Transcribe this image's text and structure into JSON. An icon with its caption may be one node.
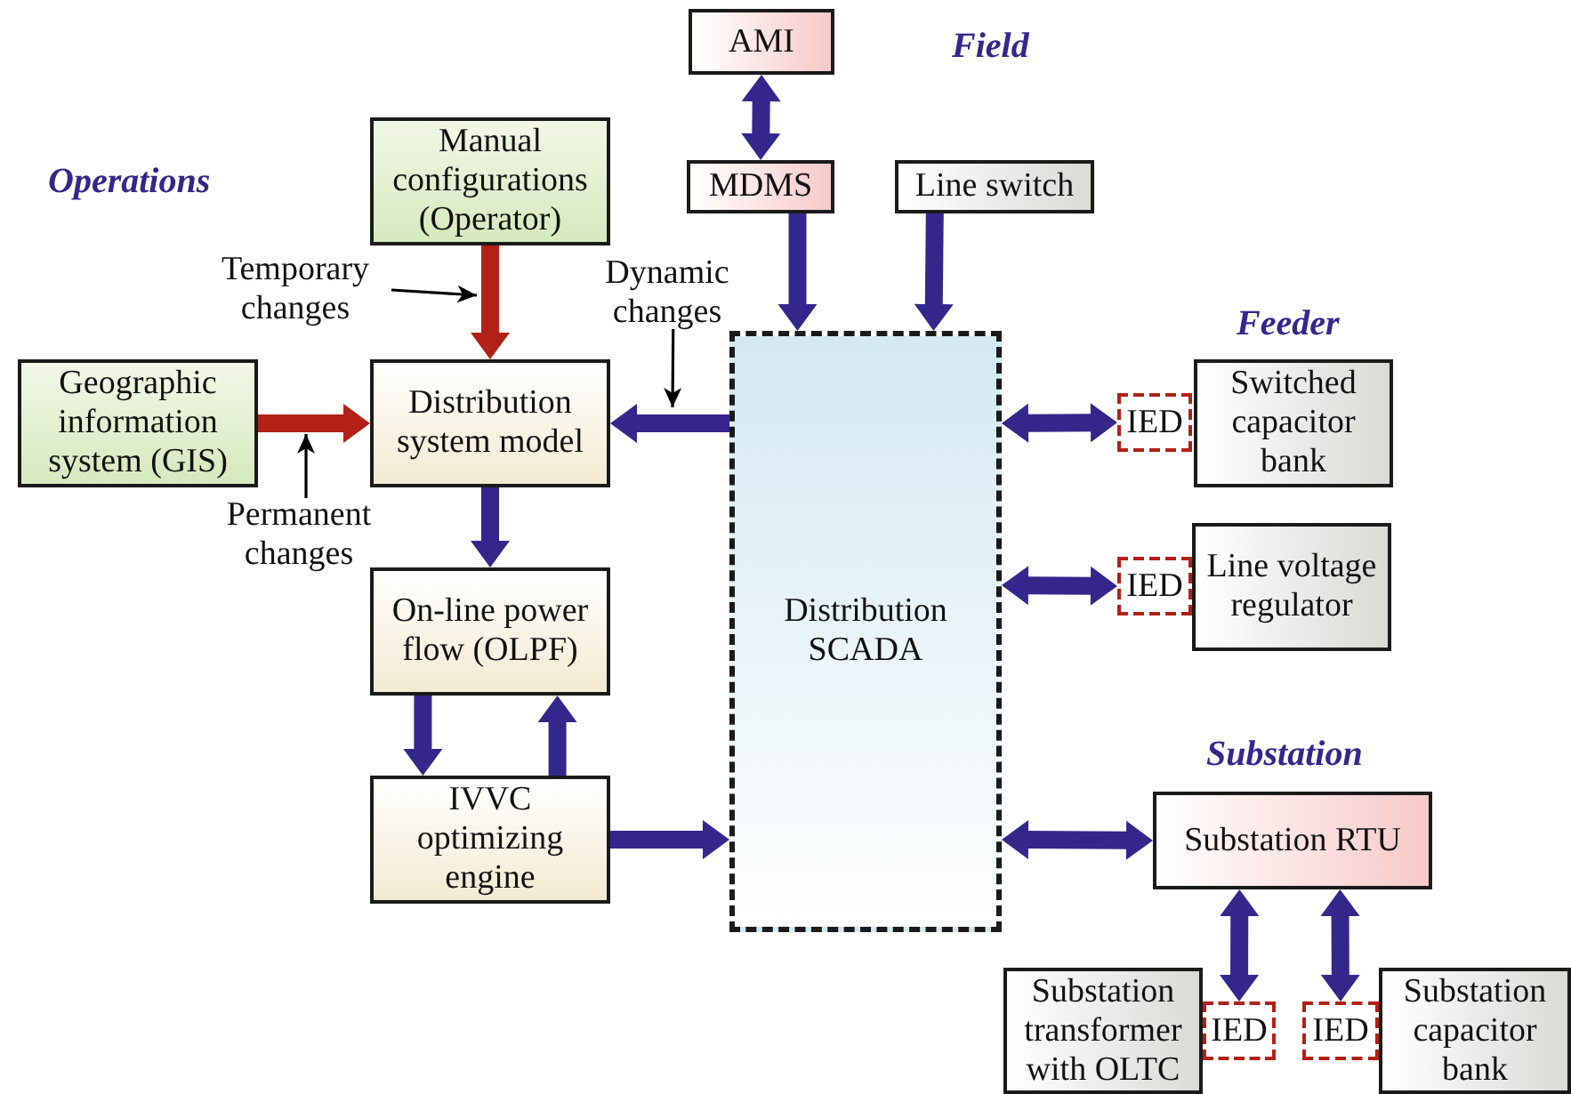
{
  "diagram": {
    "nodes": [
      {
        "text": [
          "AMI"
        ]
      },
      {
        "text": [
          "MDMS"
        ]
      },
      {
        "text": [
          "Line switch"
        ]
      },
      {
        "text": [
          "Manual configurations (Operator)"
        ]
      },
      {
        "text": [
          "Geographic information system (GIS)"
        ]
      },
      {
        "text": [
          "Distribution system model"
        ]
      },
      {
        "text": [
          "On-line power flow (OLPF)"
        ]
      },
      {
        "text": [
          "IVVC optimizing engine"
        ]
      },
      {
        "text": [
          "Distribution SCADA"
        ]
      },
      {
        "text": [
          "IED"
        ]
      },
      {
        "text": [
          "Switched capacitor bank"
        ]
      },
      {
        "text": [
          "IED"
        ]
      },
      {
        "text": [
          "Line voltage regulator"
        ]
      },
      {
        "text": [
          "Substation RTU"
        ]
      },
      {
        "text": [
          "Substation transformer with OLTC"
        ]
      },
      {
        "text": [
          "IED"
        ]
      },
      {
        "text": [
          "IED"
        ]
      },
      {
        "text": [
          "Substation capacitor bank"
        ]
      },
      {
        "text": [
          "Temporary changes"
        ]
      },
      {
        "text": [
          "Permanent changes"
        ]
      },
      {
        "text": [
          "Dynamic changes"
        ]
      }
    ],
    "edges": [
      {
        "from": 0,
        "to": 1,
        "arrow": "both",
        "style": "thick"
      },
      {
        "from": 1,
        "to": 8,
        "arrow": "to",
        "style": "thick"
      },
      {
        "from": 2,
        "to": 8,
        "arrow": "to",
        "style": "thick"
      },
      {
        "from": 3,
        "to": 5,
        "arrow": "to",
        "style": "thick",
        "color": "#b22017"
      },
      {
        "from": 4,
        "to": 5,
        "arrow": "to",
        "style": "thick",
        "color": "#b22017"
      },
      {
        "from": 8,
        "to": 5,
        "arrow": "to",
        "style": "thick"
      },
      {
        "from": 5,
        "to": 6,
        "arrow": "to",
        "style": "thick"
      },
      {
        "from": 6,
        "to": 7,
        "arrow": "to",
        "style": "thick"
      },
      {
        "from": 7,
        "to": 6,
        "arrow": "to",
        "style": "thick"
      },
      {
        "from": 7,
        "to": 8,
        "arrow": "to",
        "style": "thick"
      },
      {
        "from": 8,
        "to": 9,
        "arrow": "both",
        "style": "thick"
      },
      {
        "from": 8,
        "to": 11,
        "arrow": "both",
        "style": "thick"
      },
      {
        "from": 8,
        "to": 13,
        "arrow": "both",
        "style": "thick"
      },
      {
        "from": 13,
        "to": 15,
        "arrow": "both",
        "style": "thick"
      },
      {
        "from": 13,
        "to": 16,
        "arrow": "both",
        "style": "thick"
      },
      {
        "from": 18,
        "to": null,
        "arrow": "to",
        "color": "#000000"
      },
      {
        "from": 19,
        "to": null,
        "arrow": "to",
        "color": "#000000"
      },
      {
        "from": 20,
        "to": null,
        "arrow": "to",
        "color": "#000000"
      }
    ],
    "labels": [
      "Field",
      "Operations",
      "Feeder",
      "Substation"
    ]
  }
}
